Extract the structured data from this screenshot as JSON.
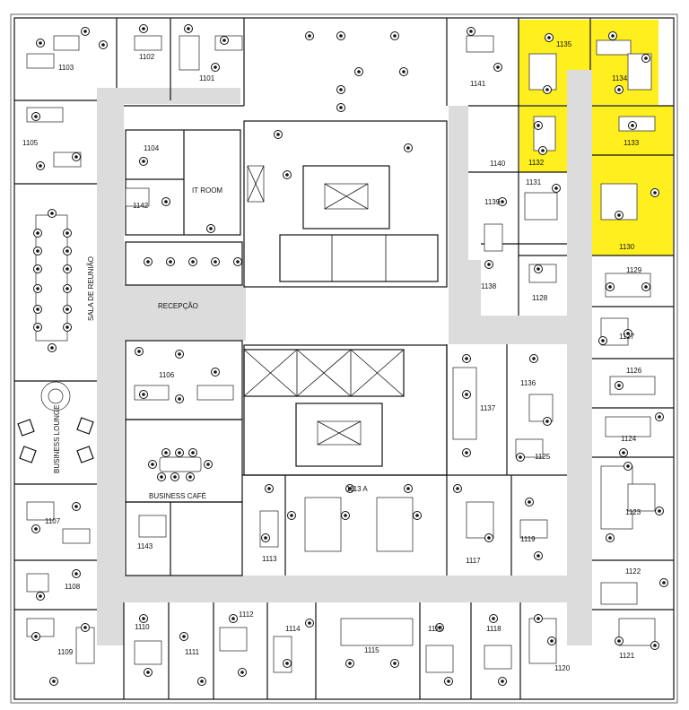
{
  "colors": {
    "highlight": "#ffef1f",
    "corridor": "#dcdcdc",
    "wall": "#111111"
  },
  "rooms": [
    {
      "id": "1103",
      "label": "1103"
    },
    {
      "id": "1102",
      "label": "1102"
    },
    {
      "id": "1101",
      "label": "1101"
    },
    {
      "id": "1141",
      "label": "1141"
    },
    {
      "id": "1135",
      "label": "1135"
    },
    {
      "id": "1134",
      "label": "1134"
    },
    {
      "id": "1105",
      "label": "1105"
    },
    {
      "id": "1104",
      "label": "1104"
    },
    {
      "id": "1142",
      "label": "1142"
    },
    {
      "id": "it-room",
      "label": "IT ROOM"
    },
    {
      "id": "1140",
      "label": "1140"
    },
    {
      "id": "1132",
      "label": "1132"
    },
    {
      "id": "1133",
      "label": "1133"
    },
    {
      "id": "1131",
      "label": "1131"
    },
    {
      "id": "1139",
      "label": "1139"
    },
    {
      "id": "1130",
      "label": "1130"
    },
    {
      "id": "1138",
      "label": "1138"
    },
    {
      "id": "1128",
      "label": "1128"
    },
    {
      "id": "1129",
      "label": "1129"
    },
    {
      "id": "sala-reuniao",
      "label": "SALA DE REUNIÃO"
    },
    {
      "id": "recepcao",
      "label": "RECEPÇÃO"
    },
    {
      "id": "1127",
      "label": "1127"
    },
    {
      "id": "1106",
      "label": "1106"
    },
    {
      "id": "1126",
      "label": "1126"
    },
    {
      "id": "1136",
      "label": "1136"
    },
    {
      "id": "1137",
      "label": "1137"
    },
    {
      "id": "business-lounge",
      "label": "BUSINESS LOUNGE"
    },
    {
      "id": "1124",
      "label": "1124"
    },
    {
      "id": "1125",
      "label": "1125"
    },
    {
      "id": "business-cafe",
      "label": "BUSINESS CAFÉ"
    },
    {
      "id": "1113a",
      "label": "1113 A"
    },
    {
      "id": "1107",
      "label": "1107"
    },
    {
      "id": "1123",
      "label": "1123"
    },
    {
      "id": "1143",
      "label": "1143"
    },
    {
      "id": "1113",
      "label": "1113"
    },
    {
      "id": "1117",
      "label": "1117"
    },
    {
      "id": "1119",
      "label": "1119"
    },
    {
      "id": "1122",
      "label": "1122"
    },
    {
      "id": "1108",
      "label": "1108"
    },
    {
      "id": "1110",
      "label": "1110"
    },
    {
      "id": "1112",
      "label": "1112"
    },
    {
      "id": "1114",
      "label": "1114"
    },
    {
      "id": "1116",
      "label": "1116"
    },
    {
      "id": "1118",
      "label": "1118"
    },
    {
      "id": "1109",
      "label": "1109"
    },
    {
      "id": "1111",
      "label": "1111"
    },
    {
      "id": "1115",
      "label": "1115"
    },
    {
      "id": "1120",
      "label": "1120"
    },
    {
      "id": "1121",
      "label": "1121"
    }
  ],
  "highlighted_rooms": [
    "1135",
    "1134",
    "1132",
    "1133",
    "1130"
  ]
}
